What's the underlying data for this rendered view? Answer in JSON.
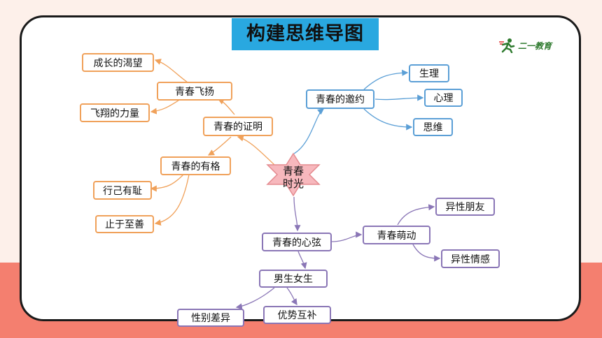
{
  "title": "构建思维导图",
  "logo": {
    "text": "二一教育",
    "icon": "runner-icon"
  },
  "colors": {
    "background": "#fdf0ea",
    "band": "#f47f6f",
    "title_bg": "#29a8e0",
    "orange_branch": "#f0a15a",
    "blue_branch": "#5b9fd6",
    "purple_branch": "#8a76b6",
    "center_fill": "#f7b8bd"
  },
  "mindmap": {
    "center": {
      "line1": "青春",
      "line2": "时光"
    },
    "left_branch": {
      "proof": "青春的证明",
      "soar": "青春飞扬",
      "desire": "成长的渴望",
      "flying": "飞翔的力量",
      "character": "青春的有格",
      "shame": "行己有耻",
      "good": "止于至善"
    },
    "right_top_branch": {
      "invitation": "青春的邀约",
      "physiology": "生理",
      "psychology": "心理",
      "thinking": "思维"
    },
    "bottom_branch": {
      "heartstrings": "青春的心弦",
      "budding": "青春萌动",
      "friends": "异性朋友",
      "feelings": "异性情感",
      "boys_girls": "男生女生",
      "difference": "性别差异",
      "complement": "优势互补"
    }
  }
}
